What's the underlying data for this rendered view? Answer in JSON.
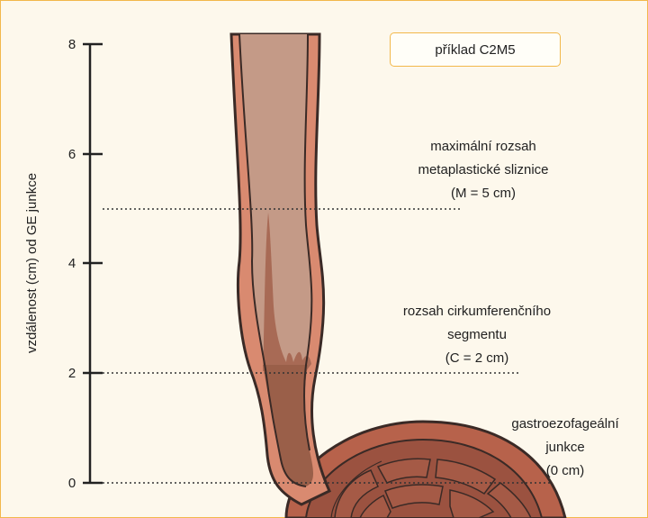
{
  "badge": {
    "label": "příklad C2M5"
  },
  "axis": {
    "title": "vzdálenost (cm) od GE junkce",
    "ticks": [
      "0",
      "2",
      "4",
      "6",
      "8"
    ]
  },
  "annotations": {
    "max_extent": [
      "maximální rozsah",
      "metaplastické sliznice",
      "(M = 5 cm)"
    ],
    "circumferential": [
      "rozsah cirkumferenčního",
      "segmentu",
      "(C = 2 cm)"
    ],
    "gej": [
      "gastroezofageální",
      "junkce",
      "(0 cm)"
    ]
  },
  "colors": {
    "accent_border": "#f2b84b",
    "background": "#fdf8ec",
    "esophagus_wall": "#d98a70",
    "normal_mucosa": "#c49a87",
    "barrett_mucosa": "#9a5f49",
    "stomach_wall": "#b7624b"
  }
}
